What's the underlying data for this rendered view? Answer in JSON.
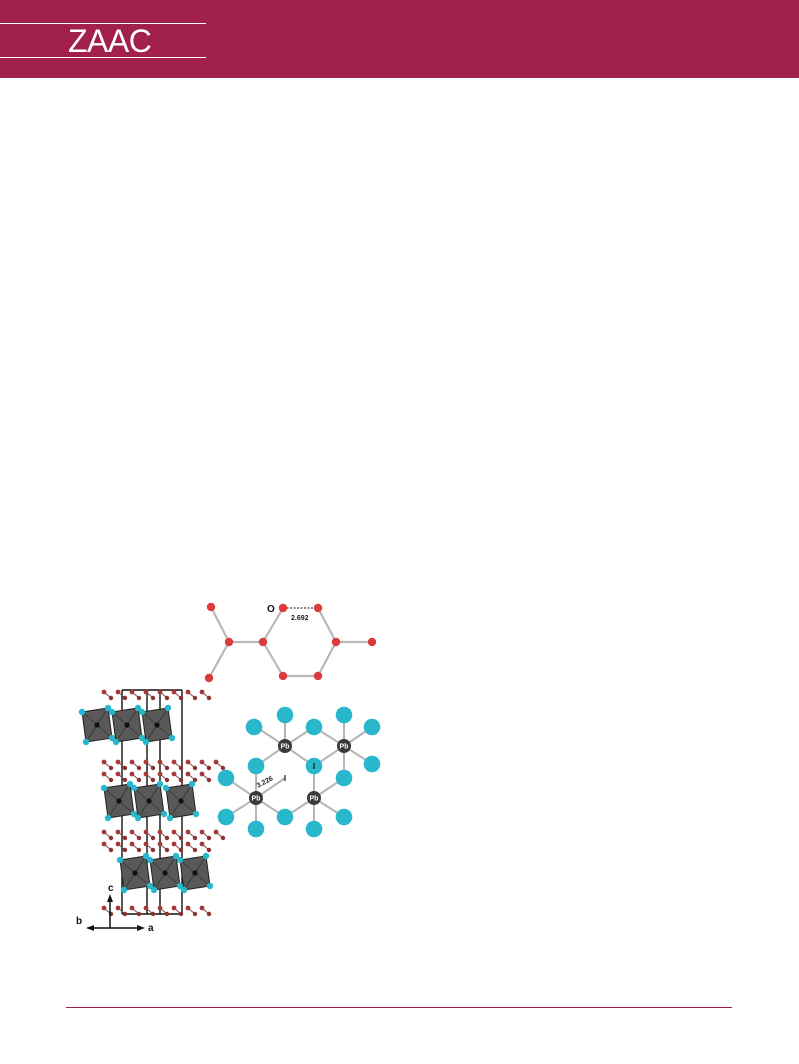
{
  "header": {
    "journal_name": "ZAAC"
  },
  "colors": {
    "header_bg": "#a2204e",
    "footer_rule": "#a2204e",
    "iodide": "#29b7cc",
    "oxygen": "#dd3b3b",
    "lead": "#3a3a3a",
    "octahedron": "#595959"
  },
  "figure": {
    "hex_ring": {
      "atom_label": "O",
      "distance_label": "2.692"
    },
    "layer": {
      "pb_label": "Pb",
      "i_label": "I",
      "distance_label": "3.226"
    },
    "axes": {
      "c": "c",
      "b": "b",
      "a": "a"
    }
  }
}
